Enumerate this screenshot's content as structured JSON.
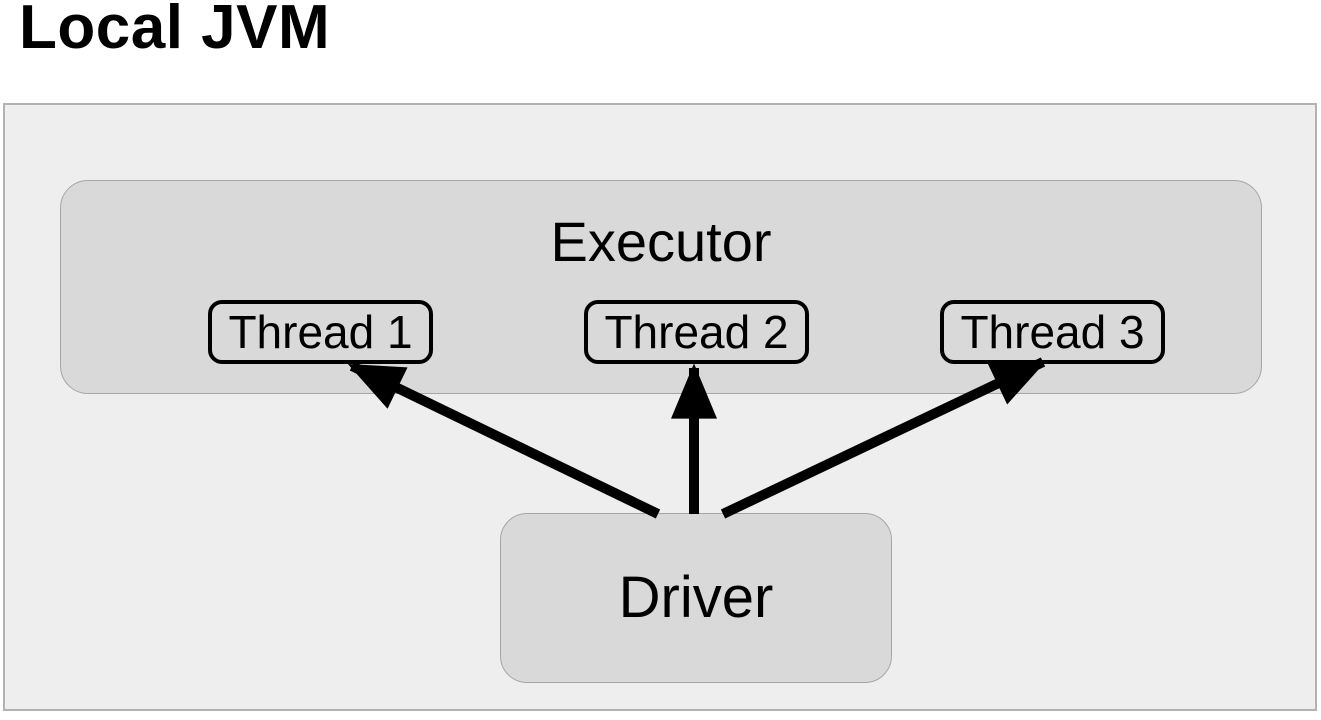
{
  "page_title": "Local JVM",
  "diagram": {
    "container": {
      "name": "Local JVM"
    },
    "executor": {
      "label": "Executor"
    },
    "threads": [
      {
        "label": "Thread 1"
      },
      {
        "label": "Thread 2"
      },
      {
        "label": "Thread 3"
      }
    ],
    "driver": {
      "label": "Driver"
    },
    "arrows": [
      {
        "from": "Driver",
        "to": "Thread 1"
      },
      {
        "from": "Driver",
        "to": "Thread 2"
      },
      {
        "from": "Driver",
        "to": "Thread 3"
      }
    ],
    "colors": {
      "page_bg": "#ffffff",
      "outer_fill": "#eeeeee",
      "outer_border": "#b2b2b2",
      "node_fill": "#d9d9d9",
      "node_border": "#a6a6a6",
      "thread_border": "#000000",
      "arrow_color": "#000000",
      "text_color": "#000000"
    }
  }
}
